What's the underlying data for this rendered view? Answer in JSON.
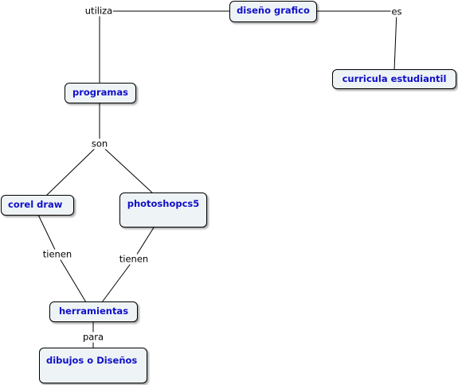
{
  "concept_map": {
    "colors": {
      "node_background": "#eef3f5",
      "node_border": "#000000",
      "node_text": "#1010c8",
      "link_line": "#000000",
      "link_text": "#000000"
    },
    "nodes": {
      "diseno_grafico": "diseño grafico",
      "curricula_estudiantil": "curricula estudiantil",
      "programas": "programas",
      "corel_draw": "corel draw",
      "photoshopcs5": "photoshopcs5",
      "herramientas": "herramientas",
      "dibujos_o_disenos": "dibujos o Diseños"
    },
    "links": {
      "utiliza": "utiliza",
      "es": "es",
      "son": "son",
      "tienen_left": "tienen",
      "tienen_right": "tienen",
      "para": "para"
    }
  }
}
